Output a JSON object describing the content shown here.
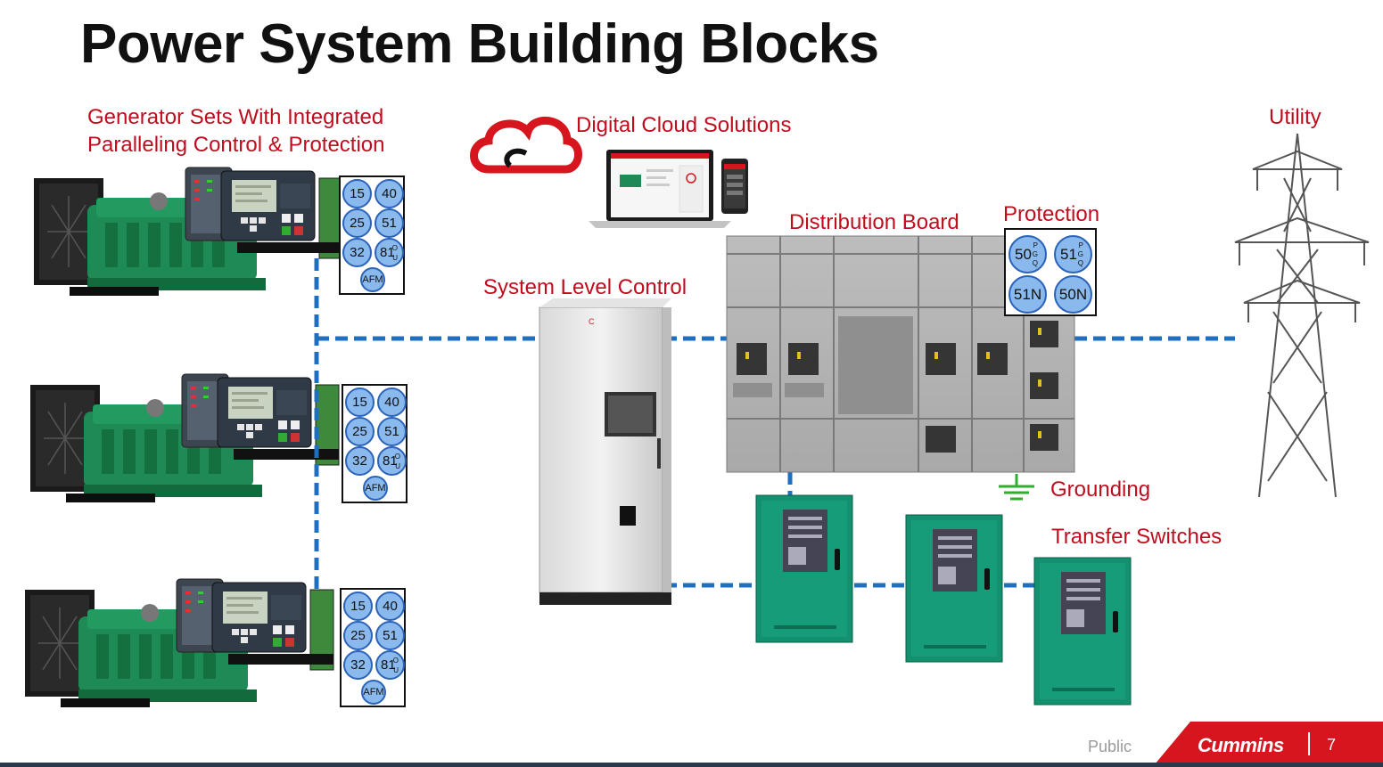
{
  "title": "Power System Building Blocks",
  "labels": {
    "generator_sets_line1": "Generator Sets With Integrated",
    "generator_sets_line2": "Paralleling Control & Protection",
    "digital_cloud": "Digital Cloud Solutions",
    "utility": "Utility",
    "distribution_board": "Distribution Board",
    "protection": "Protection",
    "system_level_control": "System Level Control",
    "grounding": "Grounding",
    "transfer_switches": "Transfer Switches"
  },
  "genset_protection": [
    "15",
    "40",
    "25",
    "51",
    "32",
    "81",
    "AFM"
  ],
  "genset_81_sub": [
    "O",
    "U"
  ],
  "board_protection": [
    "50",
    "51",
    "51N",
    "50N"
  ],
  "board_pgq_sub": [
    "P",
    "G",
    "Q"
  ],
  "footer": {
    "classification": "Public",
    "brand": "Cummins",
    "page": "7"
  },
  "colors": {
    "label_red": "#c00d1e",
    "connector_blue": "#1f6fc0",
    "ground_green": "#2fae2f",
    "genset_green": "#1e8a55",
    "ats_green": "#13906e",
    "relay_circle": "#8ab9ee"
  },
  "icons": [
    "cloud-icon",
    "laptop-icon",
    "phone-icon",
    "transmission-tower-icon",
    "ground-symbol-icon"
  ]
}
